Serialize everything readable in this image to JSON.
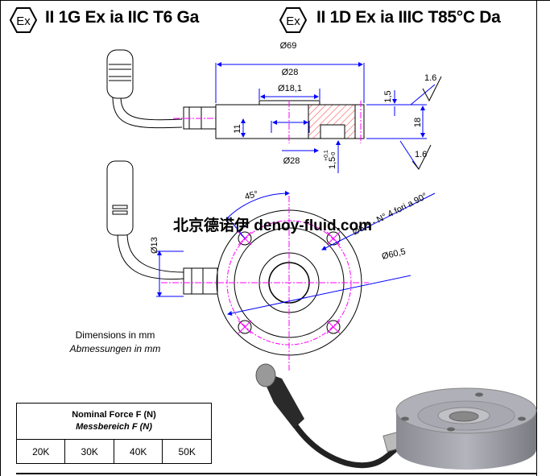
{
  "certifications": {
    "gas": "II 1G Ex ia IIC T6 Ga",
    "dust": "II 1D Ex ia IIIC T85°C Da",
    "ex_mark": "Ex"
  },
  "side_view": {
    "dim_outer": "Ø69",
    "dim_hub": "Ø28",
    "dim_bore": "Ø18,1",
    "dim_bottom": "Ø28",
    "dim_step": "1,5",
    "dim_height": "18",
    "dim_connector_height": "11",
    "dim_recess": "1,5",
    "dim_recess_tol_upper": "+0,1",
    "dim_recess_tol_lower": "-0",
    "roughness_top": "1.6",
    "roughness_bottom": "1.6"
  },
  "plan_view": {
    "angle": "45°",
    "holes": "Ø6,5 - N° 4 fori a 90°",
    "bolt_circle": "Ø60,5",
    "cable_dia": "Ø13"
  },
  "watermark": "北京德诺伊 denoy-fluid.com",
  "units_note": {
    "en": "Dimensions in mm",
    "de": "Abmessungen in mm"
  },
  "force_table": {
    "header_en": "Nominal Force F  (N)",
    "header_de": "Messbereich F  (N)",
    "values": [
      "20K",
      "30K",
      "40K",
      "50K"
    ]
  },
  "colors": {
    "dimension": "#0000ff",
    "centerline": "#ff00ff",
    "section": "#ff0000"
  }
}
